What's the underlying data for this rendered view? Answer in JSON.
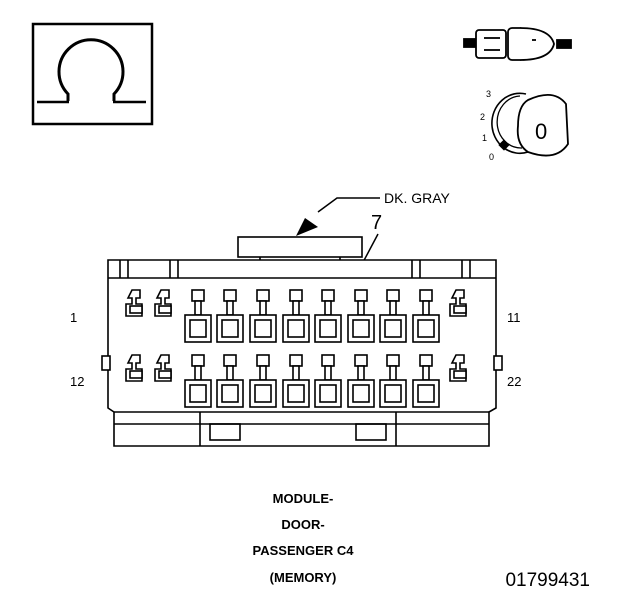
{
  "symbol": {
    "name": "ohm-symbol-icon",
    "glyph": "Ω"
  },
  "ignition_switch": {
    "positions": [
      "3",
      "2",
      "1",
      "0"
    ],
    "key_label": "0"
  },
  "wire": {
    "color_label": "DK. GRAY",
    "pin_label": "7"
  },
  "connector": {
    "pin_first_top": "1",
    "pin_last_top": "11",
    "pin_first_bottom": "12",
    "pin_last_bottom": "22"
  },
  "caption": {
    "line1": "MODULE-",
    "line2": "DOOR-",
    "line3": "PASSENGER C4",
    "line4": "(MEMORY)"
  },
  "figure_id": "01799431",
  "colors": {
    "ink": "#000000",
    "background": "#ffffff"
  }
}
